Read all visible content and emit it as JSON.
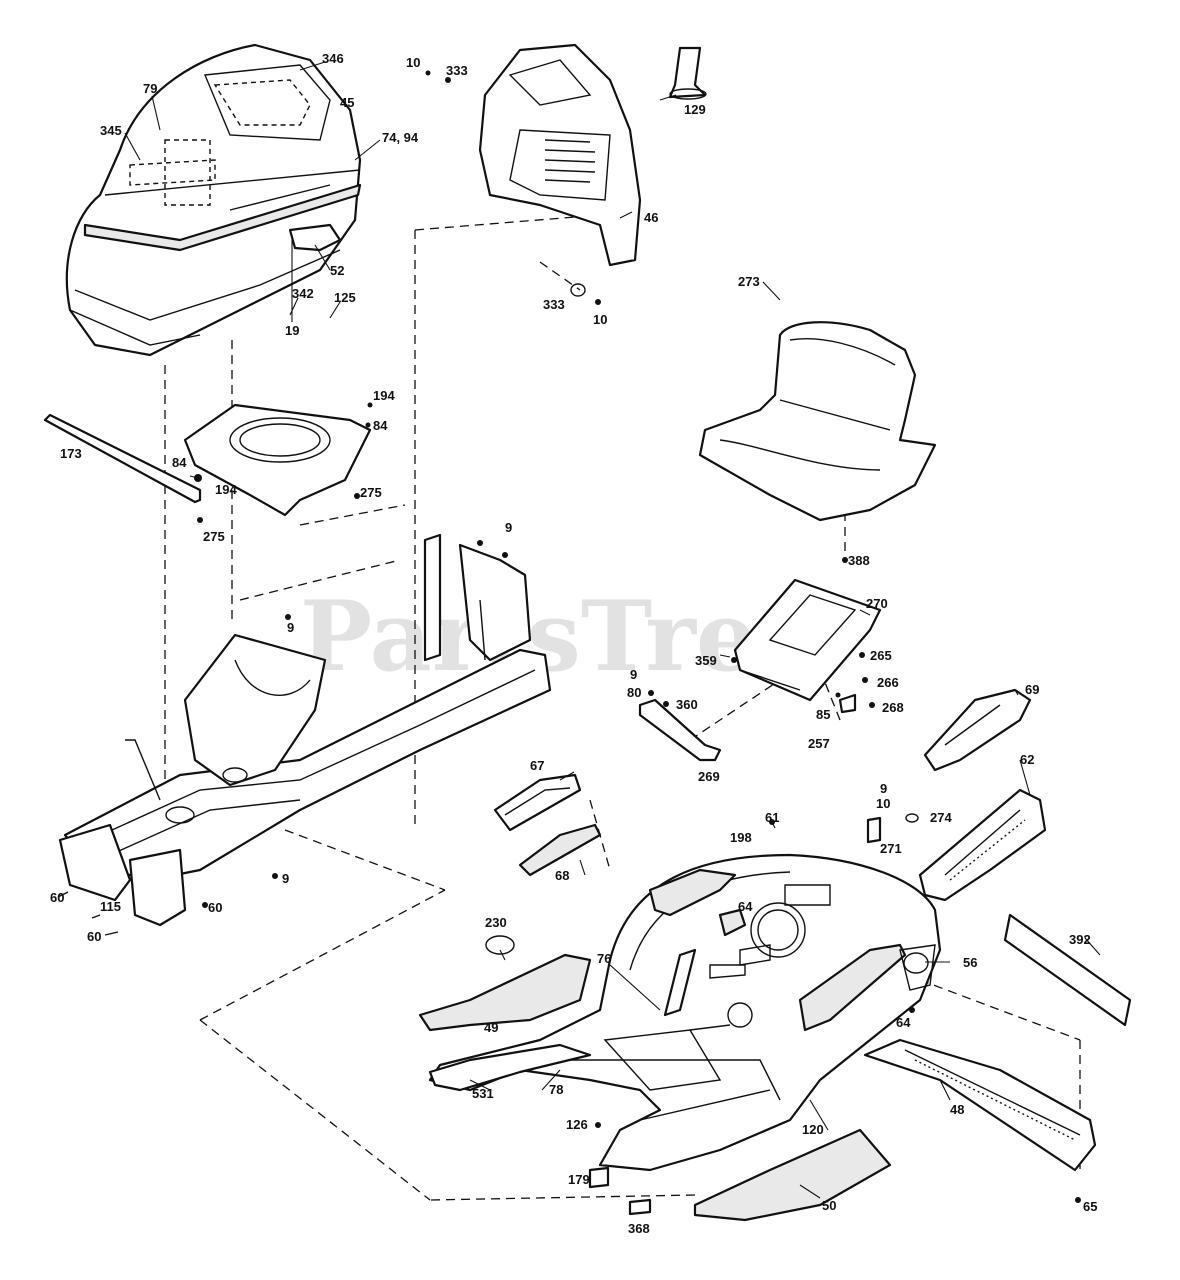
{
  "watermark": "PartsTree",
  "callouts": {
    "c346": "346",
    "c79": "79",
    "c45a": "45",
    "c345": "345",
    "c7494": "74, 94",
    "c52": "52",
    "c19": "19",
    "c10a": "10",
    "c333a": "333",
    "c129": "129",
    "c46": "46",
    "c333b": "333",
    "c10b": "10",
    "c273": "273",
    "c342": "342",
    "c125": "125",
    "c194a": "194",
    "c84a": "84",
    "c173": "173",
    "c84b": "84",
    "c194b": "194",
    "c275a": "275",
    "c275b": "275",
    "c9a": "9",
    "c9b": "9",
    "c388": "388",
    "c270": "270",
    "c359": "359",
    "c265": "265",
    "c266": "266",
    "c9c": "9",
    "c80": "80",
    "c360": "360",
    "c85": "85",
    "c268": "268",
    "c257": "257",
    "c269": "269",
    "c69": "69",
    "c67": "67",
    "c62": "62",
    "c9d": "9",
    "c10c": "10",
    "c274": "274",
    "c271": "271",
    "c61": "61",
    "c198": "198",
    "c64a": "64",
    "c68": "68",
    "c9e": "9",
    "c60a": "60",
    "c115": "115",
    "c60b": "60",
    "c60c": "60",
    "c230": "230",
    "c76": "76",
    "c392": "392",
    "c56": "56",
    "c64b": "64",
    "c49": "49",
    "c531": "531",
    "c78": "78",
    "c48": "48",
    "c126": "126",
    "c120": "120",
    "c179": "179",
    "c50": "50",
    "c368": "368",
    "c65": "65"
  }
}
